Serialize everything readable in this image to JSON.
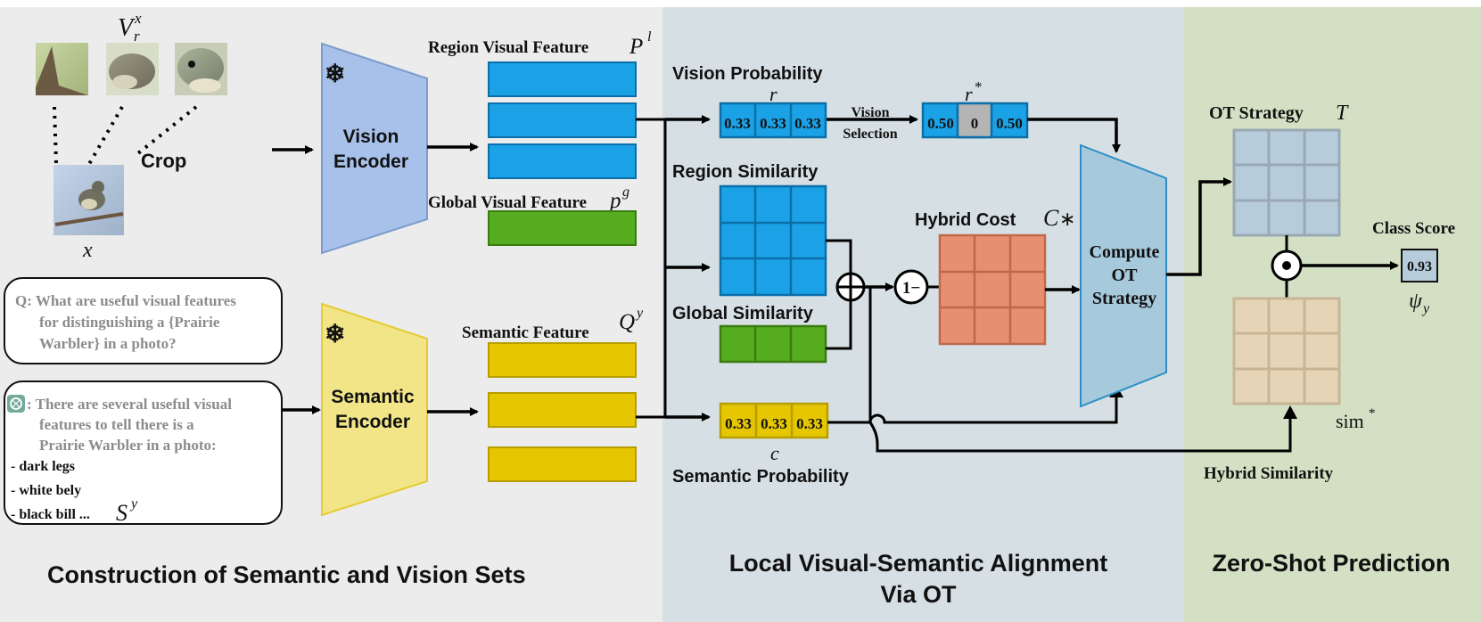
{
  "sections": {
    "left_title": "Construction of Semantic and Vision Sets",
    "middle_title_line1": "Local Visual-Semantic Alignment",
    "middle_title_line2": "Via OT",
    "right_title": "Zero-Shot Prediction"
  },
  "left": {
    "crop_label": "Crop",
    "vr_label": "V",
    "vr_sup": "x",
    "vr_sub": "r",
    "x_label": "x",
    "question_line1": "Q: What are useful visual features",
    "question_line2": "for  distinguishing a {Prairie",
    "question_line3": "Warbler} in a photo?",
    "answer_line1": ": There are several useful visual",
    "answer_line2": "features  to  tell  there is a",
    "answer_line3": "Prairie Warbler in a photo:",
    "answer_item1": "- dark legs",
    "answer_item2": "- white bely",
    "answer_item3": "- black bill ...",
    "sy_label": "S",
    "sy_sup": "y",
    "vision_encoder_line1": "Vision",
    "vision_encoder_line2": "Encoder",
    "semantic_encoder_line1": "Semantic",
    "semantic_encoder_line2": "Encoder",
    "snowflake": "❄",
    "region_feature_label": "Region Visual Feature",
    "region_feature_sym": "P",
    "region_feature_sup": "l",
    "global_feature_label": "Global Visual Feature",
    "global_feature_sym": "p",
    "global_feature_sup": "g",
    "semantic_feature_label": "Semantic Feature",
    "semantic_feature_sym": "Q",
    "semantic_feature_sup": "y"
  },
  "middle": {
    "vision_prob_label": "Vision Probability",
    "r_label": "r",
    "r_values": [
      "0.33",
      "0.33",
      "0.33"
    ],
    "vision_selection_line1": "Vision",
    "vision_selection_line2": "Selection",
    "rstar_label": "r",
    "rstar_sup": "*",
    "rstar_values": [
      "0.50",
      "0",
      "0.50"
    ],
    "region_sim_label": "Region Similarity",
    "global_sim_label": "Global Similarity",
    "plus_symbol": "⊕",
    "one_minus": "1−",
    "hybrid_cost_label": "Hybrid Cost",
    "hybrid_cost_sym": "C",
    "hybrid_cost_star": "∗",
    "c_values": [
      "0.33",
      "0.33",
      "0.33"
    ],
    "c_label": "c",
    "semantic_prob_label": "Semantic Probability",
    "compute_line1": "Compute",
    "compute_line2": "OT",
    "compute_line3": "Strategy"
  },
  "right": {
    "ot_strategy_label": "OT Strategy",
    "ot_strategy_sym": "T",
    "class_score_label": "Class Score",
    "class_score_value": "0.93",
    "psi_label": "ψ",
    "psi_sub": "y",
    "sim_label": "sim",
    "sim_sup": "*",
    "hybrid_sim_label": "Hybrid Similarity"
  },
  "colors": {
    "left_bg": "#ececec",
    "middle_bg": "#d6e0e4",
    "right_bg": "#d3e0c4",
    "blue": "#1ba2e6",
    "green": "#56ac1f",
    "yellow": "#e5c600",
    "orange": "#e79071",
    "grid_blue": "#b7ccdb",
    "grid_tan": "#e5d5b6",
    "vision_encoder": "#a7c1ea",
    "semantic_encoder": "#f2e588",
    "compute": "#a6c9dc"
  }
}
